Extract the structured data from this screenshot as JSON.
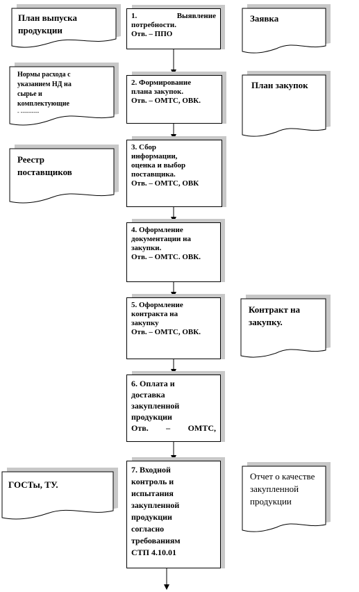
{
  "process_steps": [
    {
      "lines": [
        "1. Выявление",
        "потребности.",
        "Отв. – ППО"
      ]
    },
    {
      "lines": [
        "2. Формирование",
        "плана закупок.",
        "Отв. – ОМТС, ОВК."
      ]
    },
    {
      "lines": [
        "3. Сбор",
        "информации,",
        "оценка и выбор",
        "поставщика.",
        "Отв. – ОМТС, ОВК"
      ]
    },
    {
      "lines": [
        "4. Оформление",
        "документации на",
        "закупки.",
        "Отв. – ОМТС. ОВК."
      ]
    },
    {
      "lines": [
        "5. Оформление",
        "контракта на",
        "закупку",
        "Отв. – ОМТС, ОВК."
      ]
    },
    {
      "lines": [
        "6. Оплата и",
        "доставка",
        "закупленной",
        "продукции",
        "Отв. – ОМТС,"
      ]
    },
    {
      "lines": [
        "7. Входной",
        "контроль и",
        "испытания",
        "закупленной",
        "продукции",
        "согласно",
        "требованиям",
        "СТП 4.10.01"
      ]
    }
  ],
  "input_documents": [
    {
      "lines": [
        "План выпуска",
        "продукции"
      ]
    },
    {
      "lines": [
        "Нормы расхода с",
        "указанием НД на",
        "сырье и",
        "комплектующие",
        "- ----------"
      ]
    },
    {
      "lines": [
        "Реестр",
        "поставщиков"
      ]
    },
    {
      "lines": [
        "ГОСТы, ТУ."
      ]
    }
  ],
  "output_documents": [
    {
      "lines": [
        "Заявка"
      ]
    },
    {
      "lines": [
        "План закупок"
      ]
    },
    {
      "lines": [
        "Контракт на",
        "закупку."
      ]
    },
    {
      "lines": [
        "Отчет о качестве",
        "закупленной",
        "продукции"
      ]
    }
  ]
}
